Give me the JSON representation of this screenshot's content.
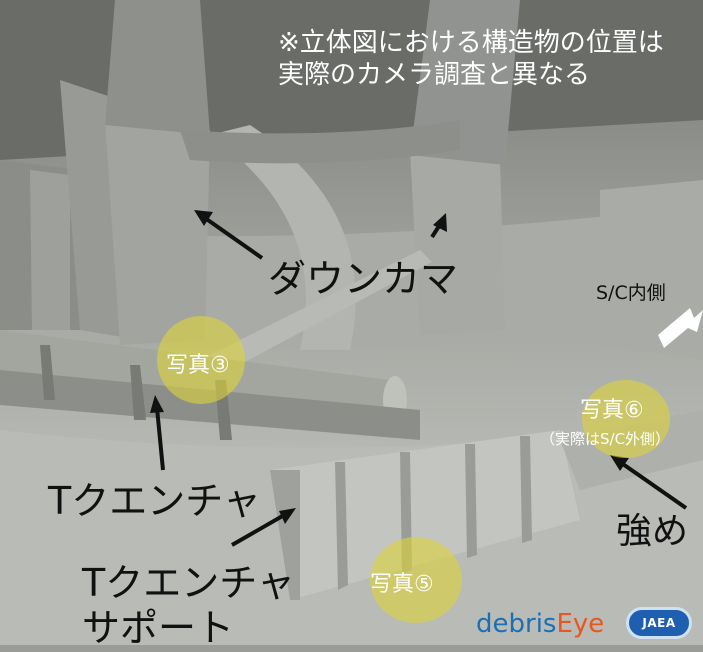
{
  "note": {
    "line1": "※立体図における構造物の位置は",
    "line2": "実際のカメラ調査と異なる"
  },
  "labels": {
    "downcomer": "ダウンカマ",
    "sc_inside": "S/C内側",
    "t_quencher": "Tクエンチャ",
    "t_quencher_support_line1": "Tクエンチャ",
    "t_quencher_support_line2": "サポート",
    "stiffener": "強め"
  },
  "photos": {
    "p3": "写真③",
    "p6": "写真⑥",
    "p6_note": "（実際はS/C外側）",
    "p5": "写真⑤"
  },
  "logo": {
    "debris": "debris",
    "eye": "Eye",
    "jaea": "JAEA"
  },
  "colors": {
    "highlight": "#dcd23c",
    "logo_blue": "#1d6fb4",
    "logo_orange": "#e8571f"
  }
}
